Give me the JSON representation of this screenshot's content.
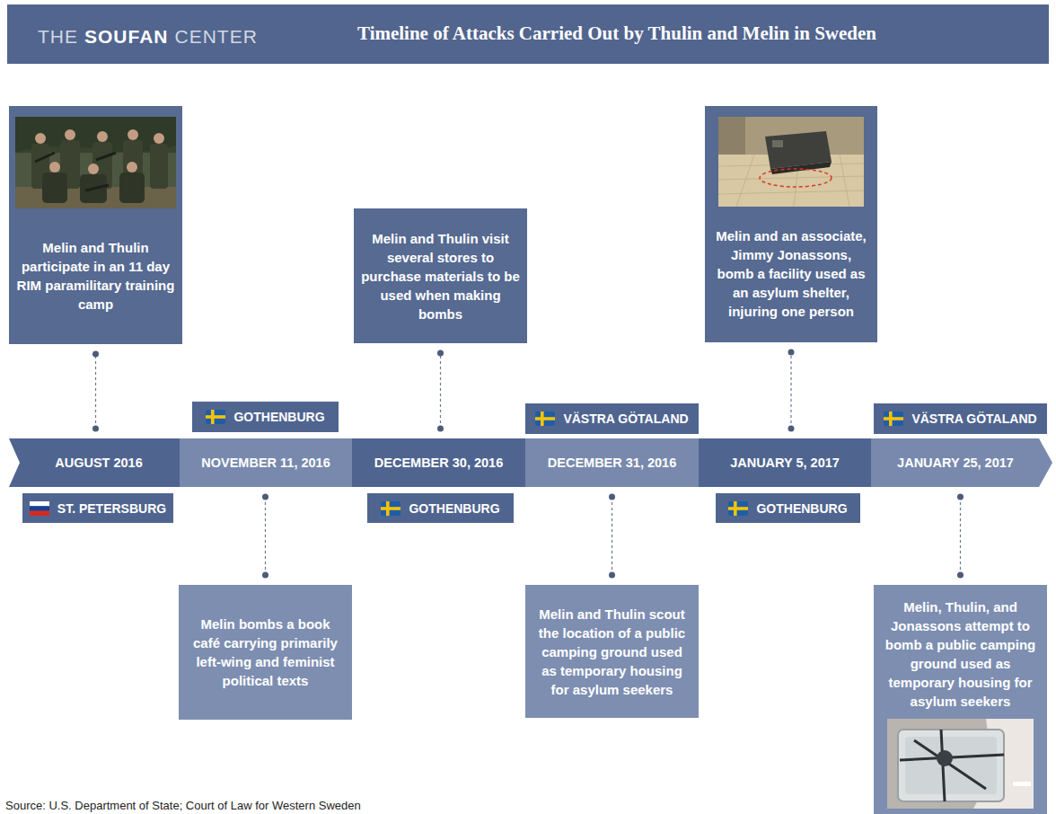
{
  "diagram": {
    "title": "Timeline of Attacks Carried Out by Thulin and Melin in Sweden",
    "nodes": [
      {
        "text": [
          "Melin and Thulin participate in an 11 day RIM paramilitary training camp"
        ]
      },
      {
        "text": [
          "AUGUST 2016"
        ]
      },
      {
        "text": [
          "ST. PETERSBURG"
        ]
      },
      {
        "text": [
          "GOTHENBURG"
        ]
      },
      {
        "text": [
          "NOVEMBER 11, 2016"
        ]
      },
      {
        "text": [
          "Melin bombs a book café carrying primarily left-wing and feminist political texts"
        ]
      },
      {
        "text": [
          "Melin and Thulin visit several stores to purchase materials to be used when making bombs"
        ]
      },
      {
        "text": [
          "DECEMBER 30, 2016"
        ]
      },
      {
        "text": [
          "GOTHENBURG"
        ]
      },
      {
        "text": [
          "VÄSTRA GÖTALAND"
        ]
      },
      {
        "text": [
          "DECEMBER 31, 2016"
        ]
      },
      {
        "text": [
          "Melin and Thulin scout the location of a public camping ground used as temporary housing for asylum seekers"
        ]
      },
      {
        "text": [
          "Melin and an associate, Jimmy Jonassons, bomb a facility used as an asylum shelter, injuring one person"
        ]
      },
      {
        "text": [
          "JANUARY 5, 2017"
        ]
      },
      {
        "text": [
          "GOTHENBURG"
        ]
      },
      {
        "text": [
          "VÄSTRA GÖTALAND"
        ]
      },
      {
        "text": [
          "JANUARY 25, 2017"
        ]
      },
      {
        "text": [
          "Melin, Thulin, and Jonassons attempt to bomb a public camping ground used as temporary housing for asylum seekers"
        ]
      }
    ],
    "edges": [
      {
        "from": 1,
        "to": 0,
        "arrow": "none"
      },
      {
        "from": 4,
        "to": 5,
        "arrow": "none"
      },
      {
        "from": 7,
        "to": 6,
        "arrow": "none"
      },
      {
        "from": 10,
        "to": 11,
        "arrow": "none"
      },
      {
        "from": 13,
        "to": 12,
        "arrow": "none"
      },
      {
        "from": 16,
        "to": 17,
        "arrow": "none"
      }
    ],
    "labels": [
      "THE",
      "SOUFAN",
      "CENTER",
      "Source: U.S. Department of State; Court of Law for Western Sweden"
    ]
  }
}
